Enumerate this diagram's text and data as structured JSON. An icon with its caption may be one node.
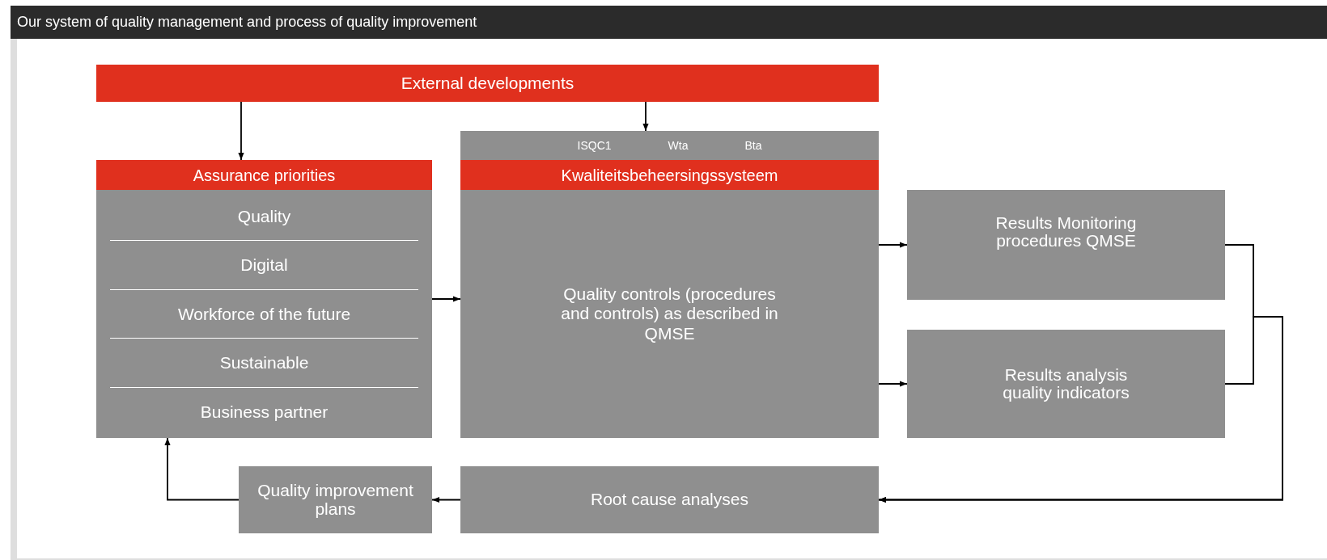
{
  "diagram": {
    "title": "Our system of quality management and process of quality improvement",
    "nodes": [
      {
        "text": [
          "External developments"
        ]
      },
      {
        "text": [
          "Assurance priorities",
          "Quality",
          "Digital",
          "Workforce of the future",
          "Sustainable",
          "Business partner"
        ]
      },
      {
        "text": [
          "ISQC1",
          "Wta",
          "Bta",
          "Kwaliteitsbeheersingssysteem",
          "Quality controls (procedures and controls) as described in QMSE"
        ]
      },
      {
        "text": [
          "Results Monitoring procedures QMSE"
        ]
      },
      {
        "text": [
          "Results analysis quality indicators"
        ]
      },
      {
        "text": [
          "Root cause analyses"
        ]
      },
      {
        "text": [
          "Quality improvement plans"
        ]
      }
    ],
    "edges": [
      {
        "from": 0,
        "to": 1,
        "arrow": "to"
      },
      {
        "from": 0,
        "to": 2,
        "arrow": "to"
      },
      {
        "from": 1,
        "to": 2,
        "arrow": "to"
      },
      {
        "from": 2,
        "to": 3,
        "arrow": "to"
      },
      {
        "from": 2,
        "to": 4,
        "arrow": "to"
      },
      {
        "from": 3,
        "to": 5,
        "arrow": "to"
      },
      {
        "from": 4,
        "to": 5,
        "arrow": "to"
      },
      {
        "from": 5,
        "to": 6,
        "arrow": "to"
      },
      {
        "from": 6,
        "to": 1,
        "arrow": "to"
      }
    ]
  }
}
